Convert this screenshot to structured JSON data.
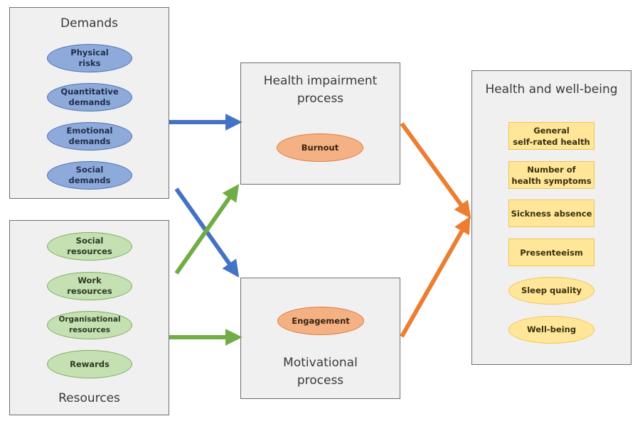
{
  "demands": {
    "title": "Demands",
    "items": [
      "Physical\nrisks",
      "Quantitative\ndemands",
      "Emotional\ndemands",
      "Social\ndemands"
    ]
  },
  "resources": {
    "title": "Resources",
    "items": [
      "Social\nresources",
      "Work\nresources",
      "Organisational\nresources",
      "Rewards"
    ]
  },
  "health_impairment": {
    "title": "Health impairment\nprocess",
    "item": "Burnout"
  },
  "motivational": {
    "title": "Motivational\nprocess",
    "item": "Engagement"
  },
  "outcomes": {
    "title": "Health and well-being",
    "rect_items": [
      "General\nself-rated health",
      "Number of\nhealth symptoms",
      "Sickness absence",
      "Presenteeism"
    ],
    "ellipse_items": [
      "Sleep quality",
      "Well-being"
    ]
  },
  "colors": {
    "demands_arrow": "#4472c4",
    "resources_arrow": "#70ad47",
    "outcome_arrow": "#ed7d31"
  }
}
